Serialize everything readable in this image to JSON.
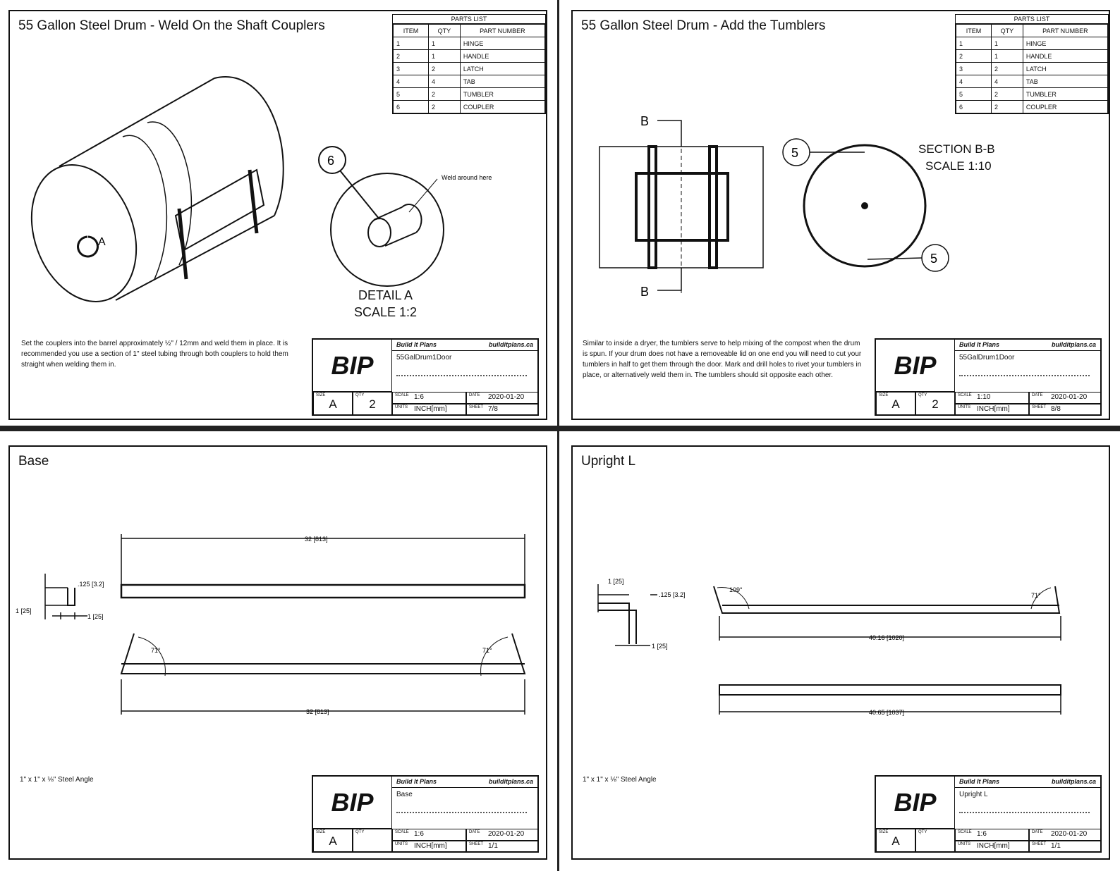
{
  "sheets": [
    {
      "title": "55 Gallon Steel Drum - Weld On the Shaft Couplers",
      "parts_list": {
        "caption": "PARTS LIST",
        "headers": [
          "ITEM",
          "QTY",
          "PART NUMBER"
        ],
        "rows": [
          [
            "1",
            "1",
            "HINGE"
          ],
          [
            "2",
            "1",
            "HANDLE"
          ],
          [
            "3",
            "2",
            "LATCH"
          ],
          [
            "4",
            "4",
            "TAB"
          ],
          [
            "5",
            "2",
            "TUMBLER"
          ],
          [
            "6",
            "2",
            "COUPLER"
          ]
        ]
      },
      "labels": {
        "callout": "6",
        "weld": "Weld around here",
        "detail": "DETAIL A",
        "scale": "SCALE 1:2",
        "detail_ref": "A"
      },
      "note": "Set the couplers into the barrel approximately ½\" / 12mm and weld them in place. It is recommended you use a section of 1\" steel tubing through both couplers to hold them straight when welding them in.",
      "title_block": {
        "logo": "BIP",
        "company": "Build It Plans",
        "site": "builditplans.ca",
        "name": "55GalDrum1Door",
        "size": "A",
        "qty": "2",
        "scale": "1:6",
        "date": "2020-01-20",
        "units": "INCH[mm]",
        "sheet": "7/8"
      }
    },
    {
      "title": "55 Gallon Steel Drum - Add the Tumblers",
      "parts_list": {
        "caption": "PARTS LIST",
        "headers": [
          "ITEM",
          "QTY",
          "PART NUMBER"
        ],
        "rows": [
          [
            "1",
            "1",
            "HINGE"
          ],
          [
            "2",
            "1",
            "HANDLE"
          ],
          [
            "3",
            "2",
            "LATCH"
          ],
          [
            "4",
            "4",
            "TAB"
          ],
          [
            "5",
            "2",
            "TUMBLER"
          ],
          [
            "6",
            "2",
            "COUPLER"
          ]
        ]
      },
      "labels": {
        "section_a": "B",
        "section_b": "B",
        "callout_1": "5",
        "callout_2": "5",
        "section": "SECTION B-B",
        "scale": "SCALE 1:10"
      },
      "note": "Similar to inside a dryer, the tumblers serve to help mixing of the compost when the drum is spun. If your drum does not have a removeable lid on one end you will need to cut your tumblers in half to get them through the door. Mark and drill holes to rivet your tumblers in place, or alternatively weld them in. The tumblers should sit opposite each other.",
      "title_block": {
        "logo": "BIP",
        "company": "Build It Plans",
        "site": "builditplans.ca",
        "name": "55GalDrum1Door",
        "size": "A",
        "qty": "2",
        "scale": "1:10",
        "date": "2020-01-20",
        "units": "INCH[mm]",
        "sheet": "8/8"
      }
    },
    {
      "title": "Base",
      "dims": {
        "top": "32 [813]",
        "bottom": "32 [813]",
        "thk": ".125 [3.2]",
        "leg_v": "1 [25]",
        "leg_h": "1 [25]",
        "ang_l": "71°",
        "ang_r": "71°"
      },
      "note": "1\" x 1\" x ⅛\" Steel Angle",
      "title_block": {
        "logo": "BIP",
        "company": "Build It Plans",
        "site": "builditplans.ca",
        "name": "Base",
        "size": "A",
        "qty": "",
        "scale": "1:6",
        "date": "2020-01-20",
        "units": "INCH[mm]",
        "sheet": "1/1"
      }
    },
    {
      "title": "Upright L",
      "dims": {
        "top_leg": "1 [25]",
        "thk": ".125 [3.2]",
        "bot_leg": "1 [25]",
        "ang_l": "109°",
        "ang_r": "71°",
        "len1": "40.16 [1020]",
        "len2": "40.65 [1037]"
      },
      "note": "1\" x 1\" x ⅛\" Steel Angle",
      "title_block": {
        "logo": "BIP",
        "company": "Build It Plans",
        "site": "builditplans.ca",
        "name": "Upright L",
        "size": "A",
        "qty": "",
        "scale": "1:6",
        "date": "2020-01-20",
        "units": "INCH[mm]",
        "sheet": "1/1"
      }
    }
  ]
}
